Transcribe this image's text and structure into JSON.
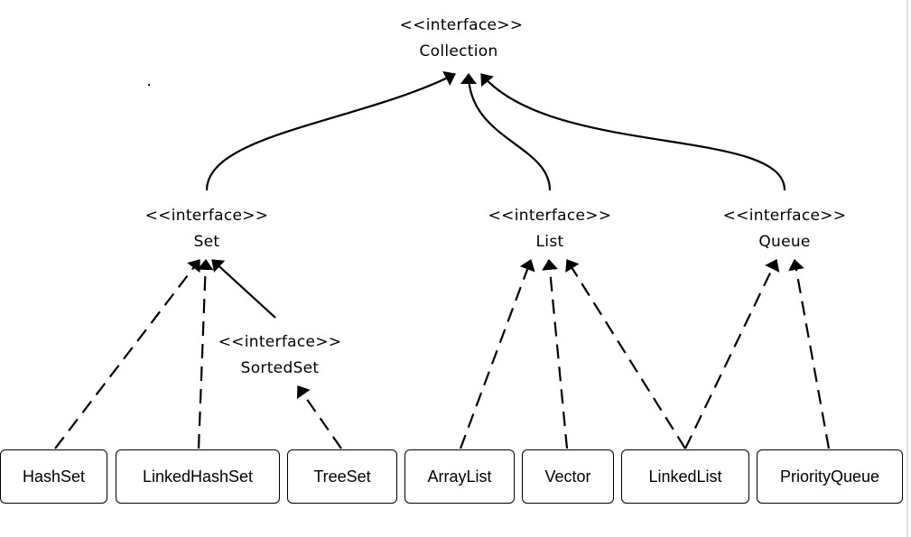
{
  "stereotype": "<<interface>>",
  "interfaces": {
    "collection": {
      "name": "Collection"
    },
    "set": {
      "name": "Set"
    },
    "list": {
      "name": "List"
    },
    "queue": {
      "name": "Queue"
    },
    "sortedset": {
      "name": "SortedSet"
    }
  },
  "classes": {
    "hashset": "HashSet",
    "linkedhashset": "LinkedHashSet",
    "treeset": "TreeSet",
    "arraylist": "ArrayList",
    "vector": "Vector",
    "linkedlist": "LinkedList",
    "priorityqueue": "PriorityQueue"
  },
  "relationships": [
    {
      "from": "Set",
      "to": "Collection",
      "kind": "extends"
    },
    {
      "from": "List",
      "to": "Collection",
      "kind": "extends"
    },
    {
      "from": "Queue",
      "to": "Collection",
      "kind": "extends"
    },
    {
      "from": "SortedSet",
      "to": "Set",
      "kind": "extends"
    },
    {
      "from": "HashSet",
      "to": "Set",
      "kind": "implements"
    },
    {
      "from": "LinkedHashSet",
      "to": "Set",
      "kind": "implements"
    },
    {
      "from": "TreeSet",
      "to": "SortedSet",
      "kind": "implements"
    },
    {
      "from": "ArrayList",
      "to": "List",
      "kind": "implements"
    },
    {
      "from": "Vector",
      "to": "List",
      "kind": "implements"
    },
    {
      "from": "LinkedList",
      "to": "List",
      "kind": "implements"
    },
    {
      "from": "LinkedList",
      "to": "Queue",
      "kind": "implements"
    },
    {
      "from": "PriorityQueue",
      "to": "Queue",
      "kind": "implements"
    }
  ]
}
